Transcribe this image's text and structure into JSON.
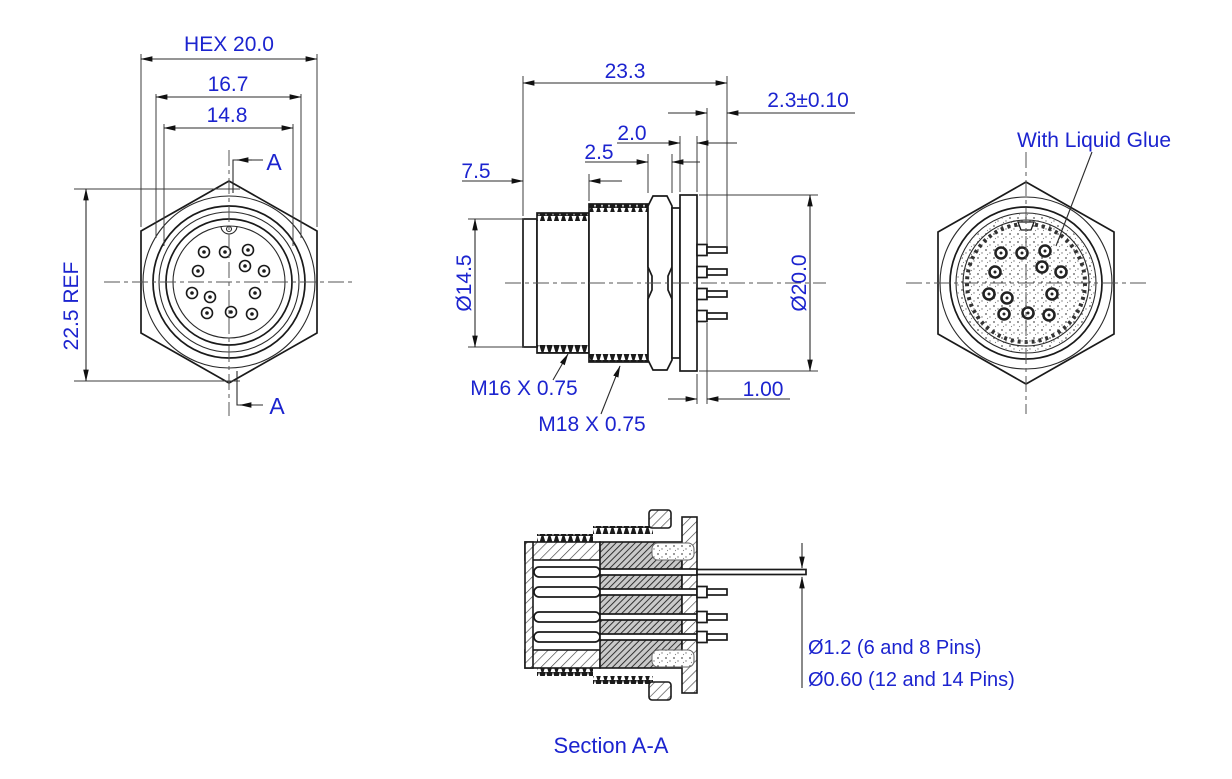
{
  "colors": {
    "dimension_text": "#1c24cf",
    "outline": "#1a1a1a"
  },
  "front_view": {
    "hex_width": "HEX 20.0",
    "ring_outer_dia": "16.7",
    "ring_inner_dia": "14.8",
    "corner_height": "22.5 REF",
    "section_mark_top": "A",
    "section_mark_bottom": "A"
  },
  "side_view": {
    "overall_length": "23.3",
    "pin_tail_length": "2.3±0.10",
    "flange_thickness": "2.0",
    "hex_nut_width": "2.5",
    "front_thread_length": "7.5",
    "front_thread_dia": "Ø14.5",
    "flange_dia": "Ø20.0",
    "front_thread_spec": "M16 X 0.75",
    "rear_thread_spec": "M18 X 0.75",
    "pin_base_length": "1.00"
  },
  "rear_view": {
    "glue_note": "With Liquid Glue"
  },
  "section_view": {
    "caption": "Section A-A",
    "pin_dia_note_1": "Ø1.2 (6 and 8 Pins)",
    "pin_dia_note_2": "Ø0.60 (12 and 14 Pins)"
  }
}
